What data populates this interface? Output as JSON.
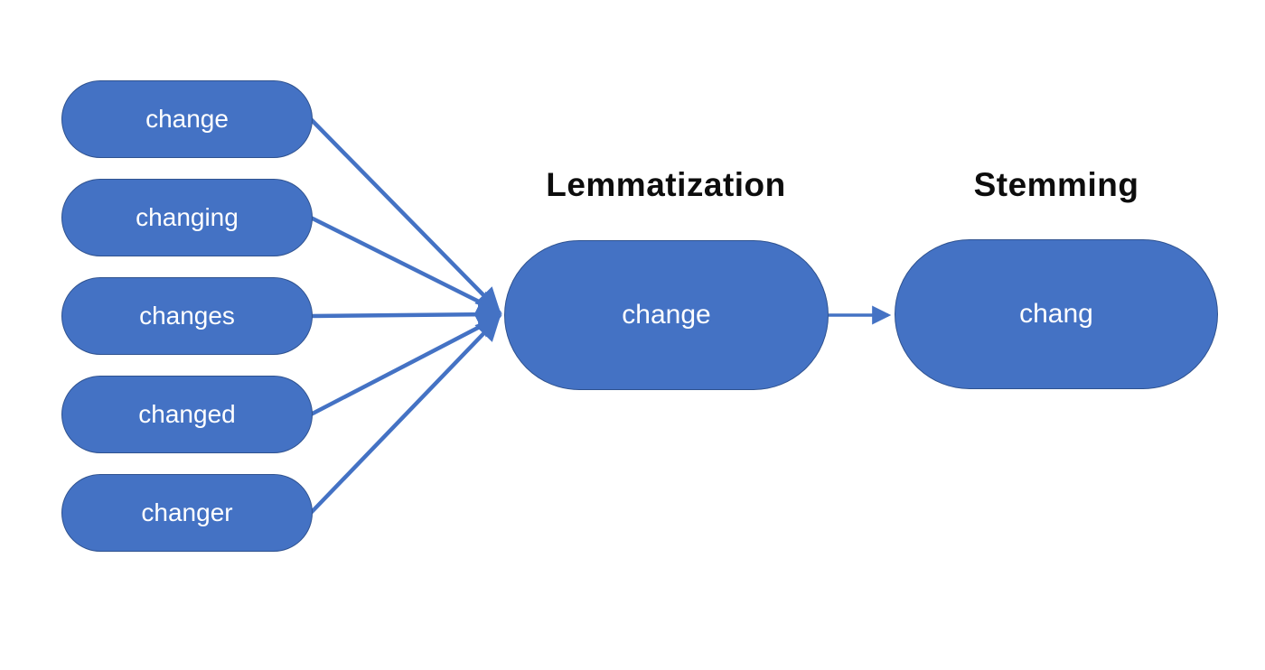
{
  "diagram": {
    "colors": {
      "node_fill": "#4472C4",
      "node_border": "#2F528F",
      "arrow": "#4472C4",
      "node_text": "#FFFFFF",
      "title_text": "#0D0D0D",
      "background": "#FFFFFF"
    },
    "source_words": [
      {
        "label": "change"
      },
      {
        "label": "changing"
      },
      {
        "label": "changes"
      },
      {
        "label": "changed"
      },
      {
        "label": "changer"
      }
    ],
    "lemmatization": {
      "title": "Lemmatization",
      "result": "change"
    },
    "stemming": {
      "title": "Stemming",
      "result": "chang"
    }
  }
}
